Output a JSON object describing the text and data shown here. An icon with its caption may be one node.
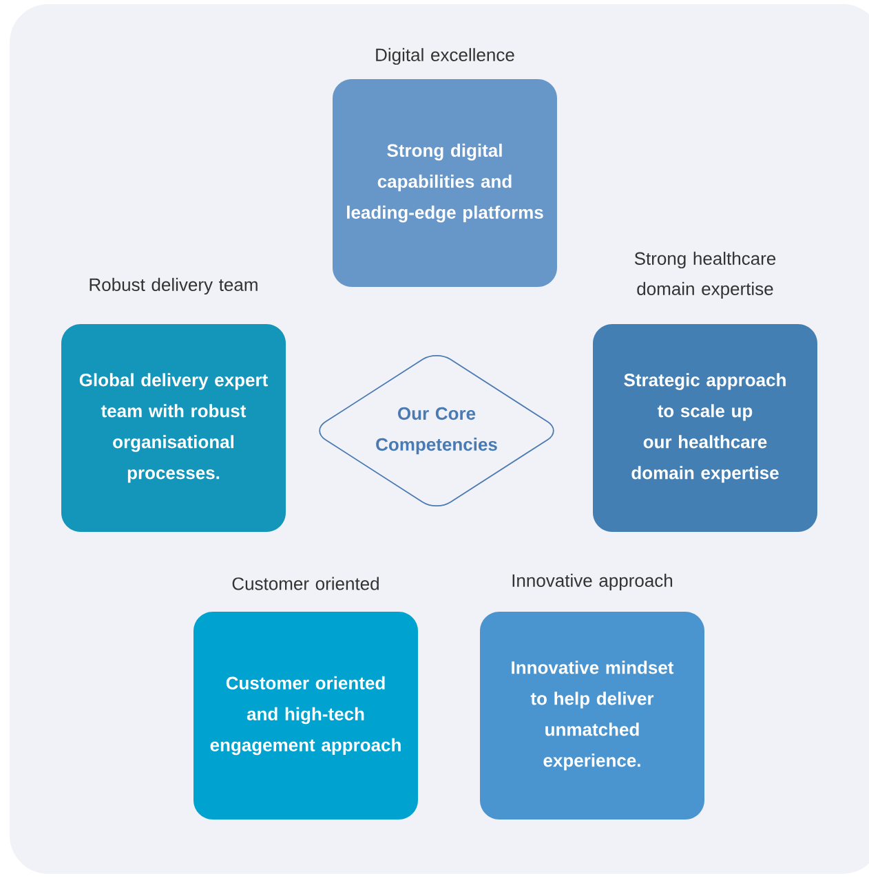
{
  "diagram": {
    "nodes": [
      {
        "text": [
          "Digital excellence",
          "Strong digital capabilities and leading-edge platforms"
        ]
      },
      {
        "text": [
          "Robust delivery team",
          "Global delivery expert team with robust organisational processes."
        ]
      },
      {
        "text": [
          "Our Core Competencies"
        ]
      },
      {
        "text": [
          "Strong healthcare domain expertise",
          "Strategic approach to scale up our healthcare domain expertise"
        ]
      },
      {
        "text": [
          "Customer oriented",
          "Customer oriented and high-tech engagement approach"
        ]
      },
      {
        "text": [
          "Innovative approach",
          "Innovative mindset to help deliver unmatched experience."
        ]
      }
    ]
  }
}
